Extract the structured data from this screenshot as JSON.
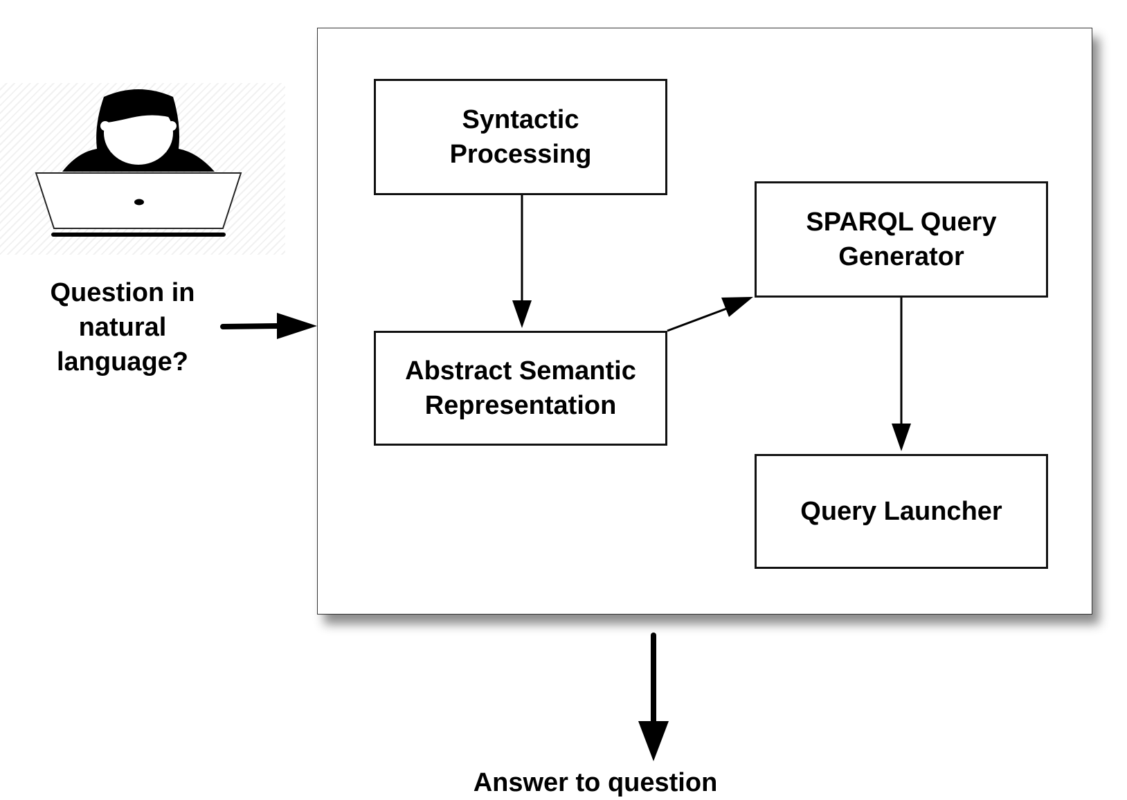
{
  "user": {
    "question_label": "Question in natural language?"
  },
  "system": {
    "syntactic": "Syntactic Processing",
    "semantic": "Abstract Semantic Representation",
    "sparql": "SPARQL Query Generator",
    "launcher": "Query Launcher"
  },
  "output": {
    "answer_label": "Answer to question"
  },
  "icons": [
    "user-at-laptop-icon"
  ]
}
